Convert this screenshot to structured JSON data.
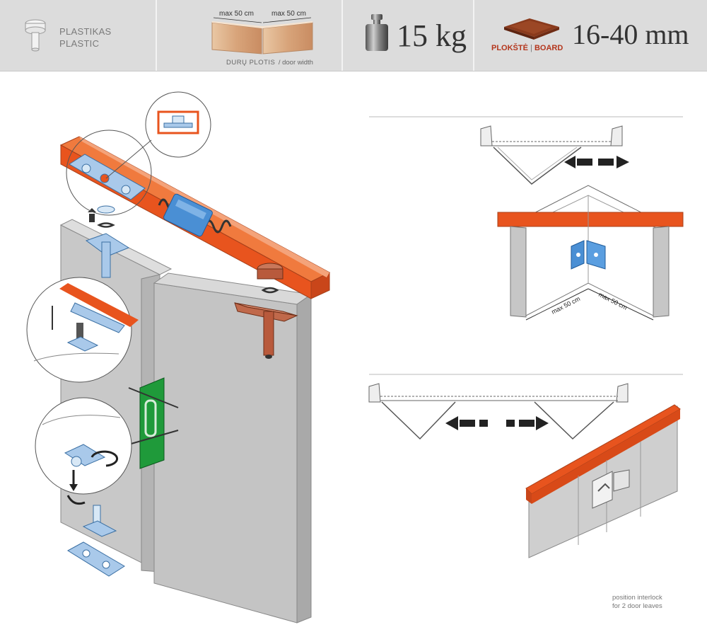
{
  "header": {
    "material": {
      "line1": "PLASTIKAS",
      "line2": "PLASTIC"
    },
    "door_width": {
      "dim_left": "max 50 cm",
      "dim_right": "max 50 cm",
      "label_lt": "DURŲ PLOTIS",
      "label_en": "/ door width"
    },
    "weight": {
      "value": "15 kg"
    },
    "board": {
      "label_lt": "PLOKŠTĖ",
      "label_en": "BOARD",
      "thickness": "16-40 mm"
    }
  },
  "corner_diagram": {
    "dim_left": "max 50 cm",
    "dim_right": "max 50 cm"
  },
  "caption": {
    "line1": "position interlock",
    "line2": "for 2 door leaves"
  },
  "colors": {
    "rail": "#e8541e",
    "plastic": "#4a8fd4",
    "latch": "#1f9a3a",
    "pivot": "#b85a3c",
    "door": "#c4c4c4"
  }
}
